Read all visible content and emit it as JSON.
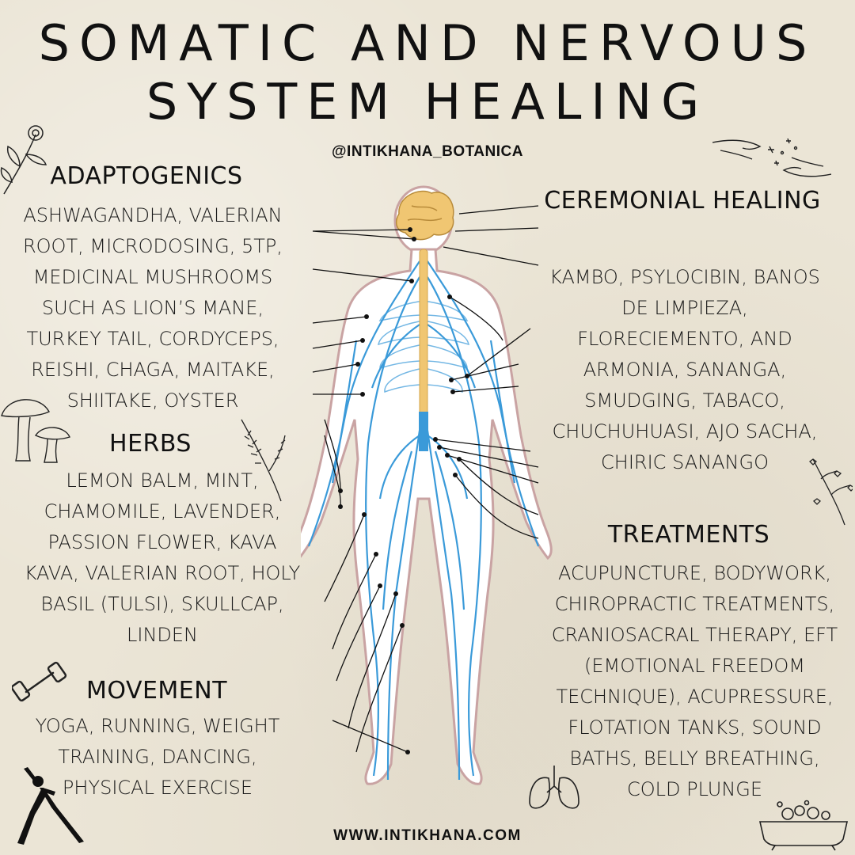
{
  "title": {
    "line1": "SOMATIC AND NERVOUS",
    "line2": "SYSTEM HEALING"
  },
  "handle": "@INTIKHANA_BOTANICA",
  "footer": "WWW.INTIKHANA.COM",
  "sections": {
    "adaptogenics": {
      "heading": "ADAPTOGENICS",
      "body": "ASHWAGANDHA, VALERIAN\nROOT, MICRODOSING, 5TP,\nMEDICINAL MUSHROOMS\nSUCH AS LION’S MANE,\nTURKEY TAIL, CORDYCEPS,\nREISHI, CHAGA, MAITAKE,\nSHIITAKE, OYSTER"
    },
    "herbs": {
      "heading": "HERBS",
      "body": "LEMON BALM, MINT,\nCHAMOMILE, LAVENDER,\nPASSION FLOWER, KAVA\nKAVA, VALERIAN ROOT, HOLY\nBASIL (TULSI), SKULLCAP,\nLINDEN"
    },
    "movement": {
      "heading": "MOVEMENT",
      "body": "YOGA, RUNNING, WEIGHT\nTRAINING, DANCING,\nPHYSICAL EXERCISE"
    },
    "ceremonial": {
      "heading": "CEREMONIAL HEALING",
      "body": "KAMBO, PSYLOCIBIN, BANOS\nDE LIMPIEZA,\nFLORECIEMENTO, AND\nARMONIA, SANANGA,\nSMUDGING, TABACO,\nCHUCHUHUASI, AJO SACHA,\nCHIRIC SANANGO"
    },
    "treatments": {
      "heading": "TREATMENTS",
      "body": "ACUPUNCTURE, BODYWORK,\nCHIROPRACTIC TREATMENTS,\nCRANIOSACRAL THERAPY, EFT\n(EMOTIONAL FREEDOM\nTECHNIQUE), ACUPRESSURE,\nFLOTATION TANKS, SOUND\nBATHS, BELLY BREATHING,\nCOLD PLUNGE"
    }
  },
  "colors": {
    "background": "#ebe5d6",
    "text": "#111111",
    "nerve": "#3a9ad9",
    "brain": "#f0c672",
    "body_outline": "#c9a3a3"
  },
  "icons": [
    "flower-sprig-icon",
    "hands-sparkle-icon",
    "mushrooms-icon",
    "lavender-sprig-icon",
    "dumbbell-icon",
    "yoga-pose-icon",
    "lungs-icon",
    "hearts-branch-icon",
    "bathtub-icon"
  ]
}
